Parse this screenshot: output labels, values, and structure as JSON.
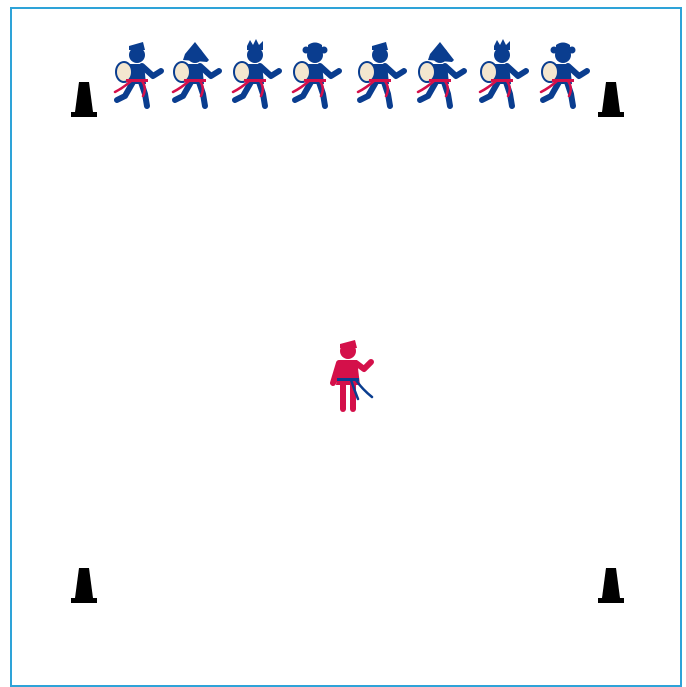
{
  "diagram": {
    "colors": {
      "frame": "#2ea3d8",
      "attacker": "#0a3d8f",
      "defender": "#d4104a",
      "tag": "#d4104a",
      "defender_tag": "#0a3d8f",
      "ball": "#f3e6cf",
      "cone": "#000000"
    },
    "cones": [
      {
        "name": "cone-top-left",
        "icon": "cone-icon"
      },
      {
        "name": "cone-top-right",
        "icon": "cone-icon"
      },
      {
        "name": "cone-bottom-left",
        "icon": "cone-icon"
      },
      {
        "name": "cone-bottom-right",
        "icon": "cone-icon"
      }
    ],
    "attackers": [
      {
        "hair": "short",
        "icon": "player-with-ball-icon"
      },
      {
        "hair": "long",
        "icon": "player-with-ball-icon"
      },
      {
        "hair": "spiky",
        "icon": "player-with-ball-icon"
      },
      {
        "hair": "pigtails",
        "icon": "player-with-ball-icon"
      },
      {
        "hair": "short",
        "icon": "player-with-ball-icon"
      },
      {
        "hair": "long",
        "icon": "player-with-ball-icon"
      },
      {
        "hair": "spiky",
        "icon": "player-with-ball-icon"
      },
      {
        "hair": "pigtails",
        "icon": "player-with-ball-icon"
      }
    ],
    "defender": {
      "icon": "defender-player-icon"
    }
  }
}
